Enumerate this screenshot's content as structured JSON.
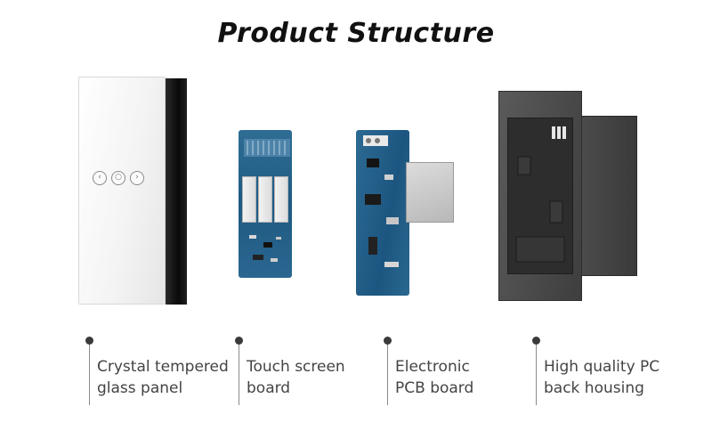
{
  "title": "Product Structure",
  "button_glyphs": {
    "prev": "‹",
    "center": "○",
    "next": "›"
  },
  "captions": [
    {
      "line1": "Crystal tempered",
      "line2": "glass panel"
    },
    {
      "line1": "Touch screen",
      "line2": "board"
    },
    {
      "line1": "Electronic",
      "line2": "PCB board"
    },
    {
      "line1": "High quality PC",
      "line2": "back housing"
    }
  ]
}
